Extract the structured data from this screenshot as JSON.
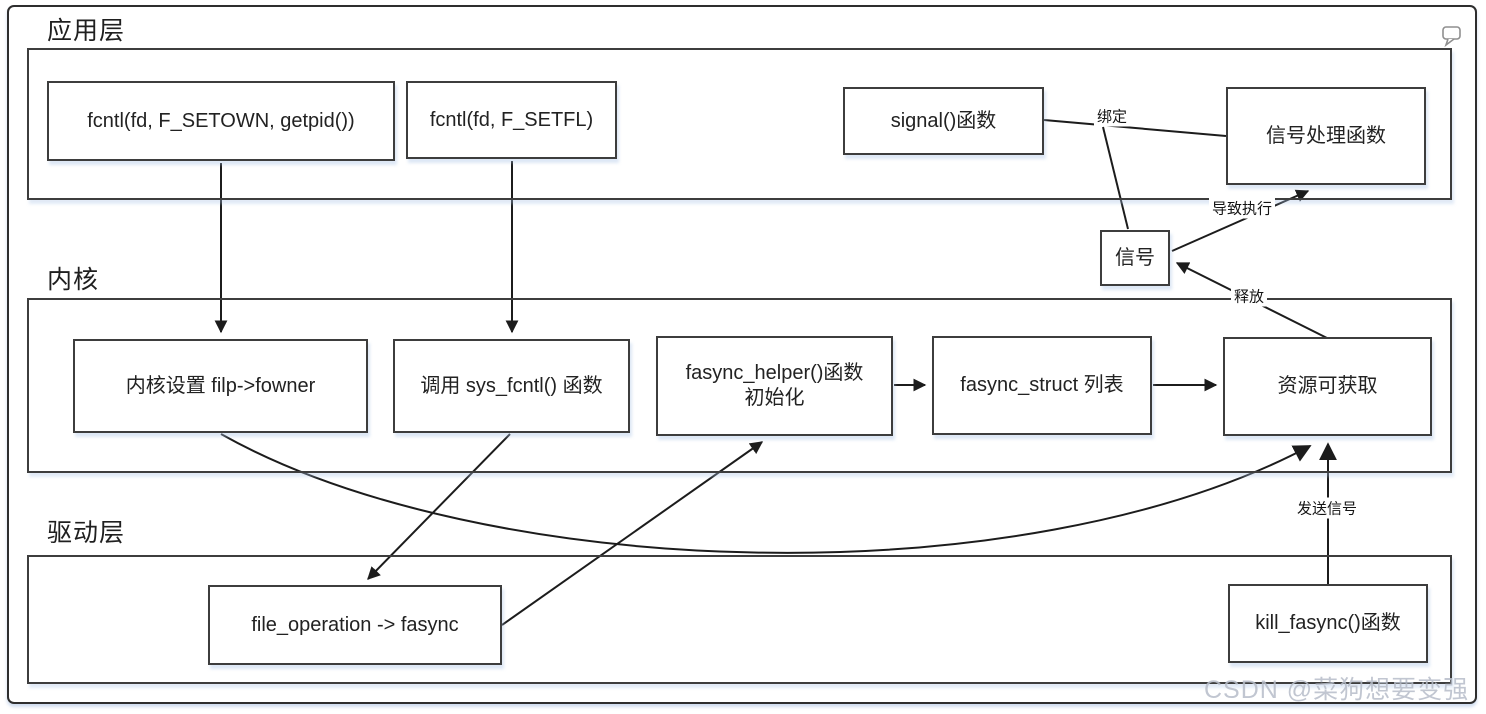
{
  "layers": {
    "app": {
      "label": "应用层"
    },
    "kernel": {
      "label": "内核"
    },
    "driver": {
      "label": "驱动层"
    }
  },
  "nodes": {
    "fcntl_setown": {
      "label": "fcntl(fd, F_SETOWN, getpid())"
    },
    "fcntl_setfl": {
      "label": "fcntl(fd, F_SETFL)"
    },
    "signal_fn": {
      "label": "signal()函数"
    },
    "signal_handler": {
      "label": "信号处理函数"
    },
    "signal": {
      "label": "信号"
    },
    "set_fowner": {
      "label": "内核设置 filp->fowner"
    },
    "sys_fcntl": {
      "label": "调用 sys_fcntl() 函数"
    },
    "fasync_helper": {
      "label": "fasync_helper()函数",
      "label2": "初始化"
    },
    "fasync_struct": {
      "label": "fasync_struct 列表"
    },
    "resource_ready": {
      "label": "资源可获取"
    },
    "file_operation": {
      "label": "file_operation -> fasync"
    },
    "kill_fasync": {
      "label": "kill_fasync()函数"
    }
  },
  "edge_labels": {
    "bind": "绑定",
    "cause_exec": "导致执行",
    "release": "释放",
    "send_signal": "发送信号"
  },
  "icons": {
    "comment_bubble": "comment-bubble-icon"
  },
  "watermark": "CSDN @菜狗想要变强",
  "colors": {
    "line": "#1c1c1c",
    "box_border": "#3d3d3d",
    "frame_border": "#2e2e2e",
    "shadow_tint": "#aac3e6",
    "watermark": "#b7bdc9",
    "icon_gray": "#8f8f8f"
  }
}
